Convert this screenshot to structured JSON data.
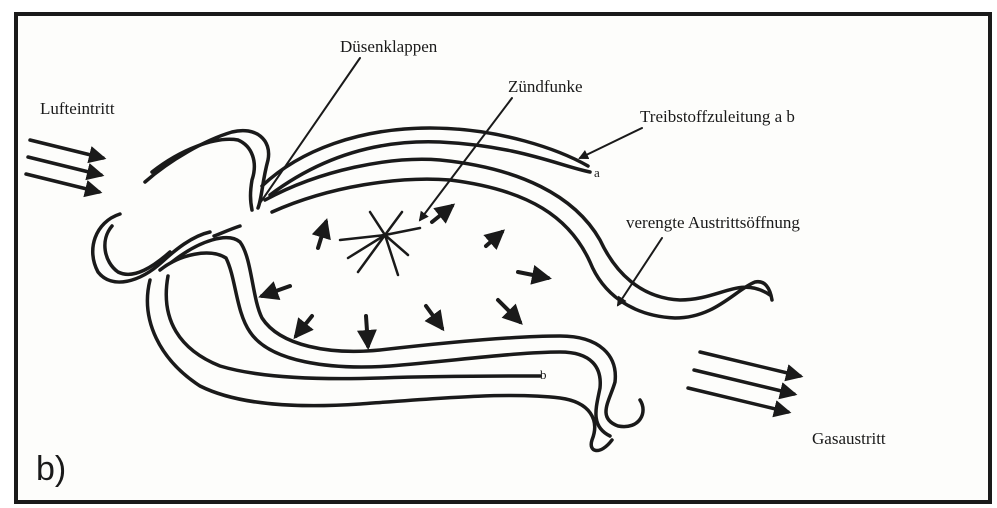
{
  "figure": {
    "panel_label": "b)",
    "labels": {
      "air_inlet": "Lufteintritt",
      "nozzle_flaps": "Düsenklappen",
      "ignition_spark": "Zündfunke",
      "fuel_line": "Treibstoffzuleitung  a b",
      "narrowed_outlet": "verengte Austrittsöffnung",
      "gas_outlet": "Gasaustritt",
      "line_a": "a",
      "line_b": "b"
    }
  }
}
